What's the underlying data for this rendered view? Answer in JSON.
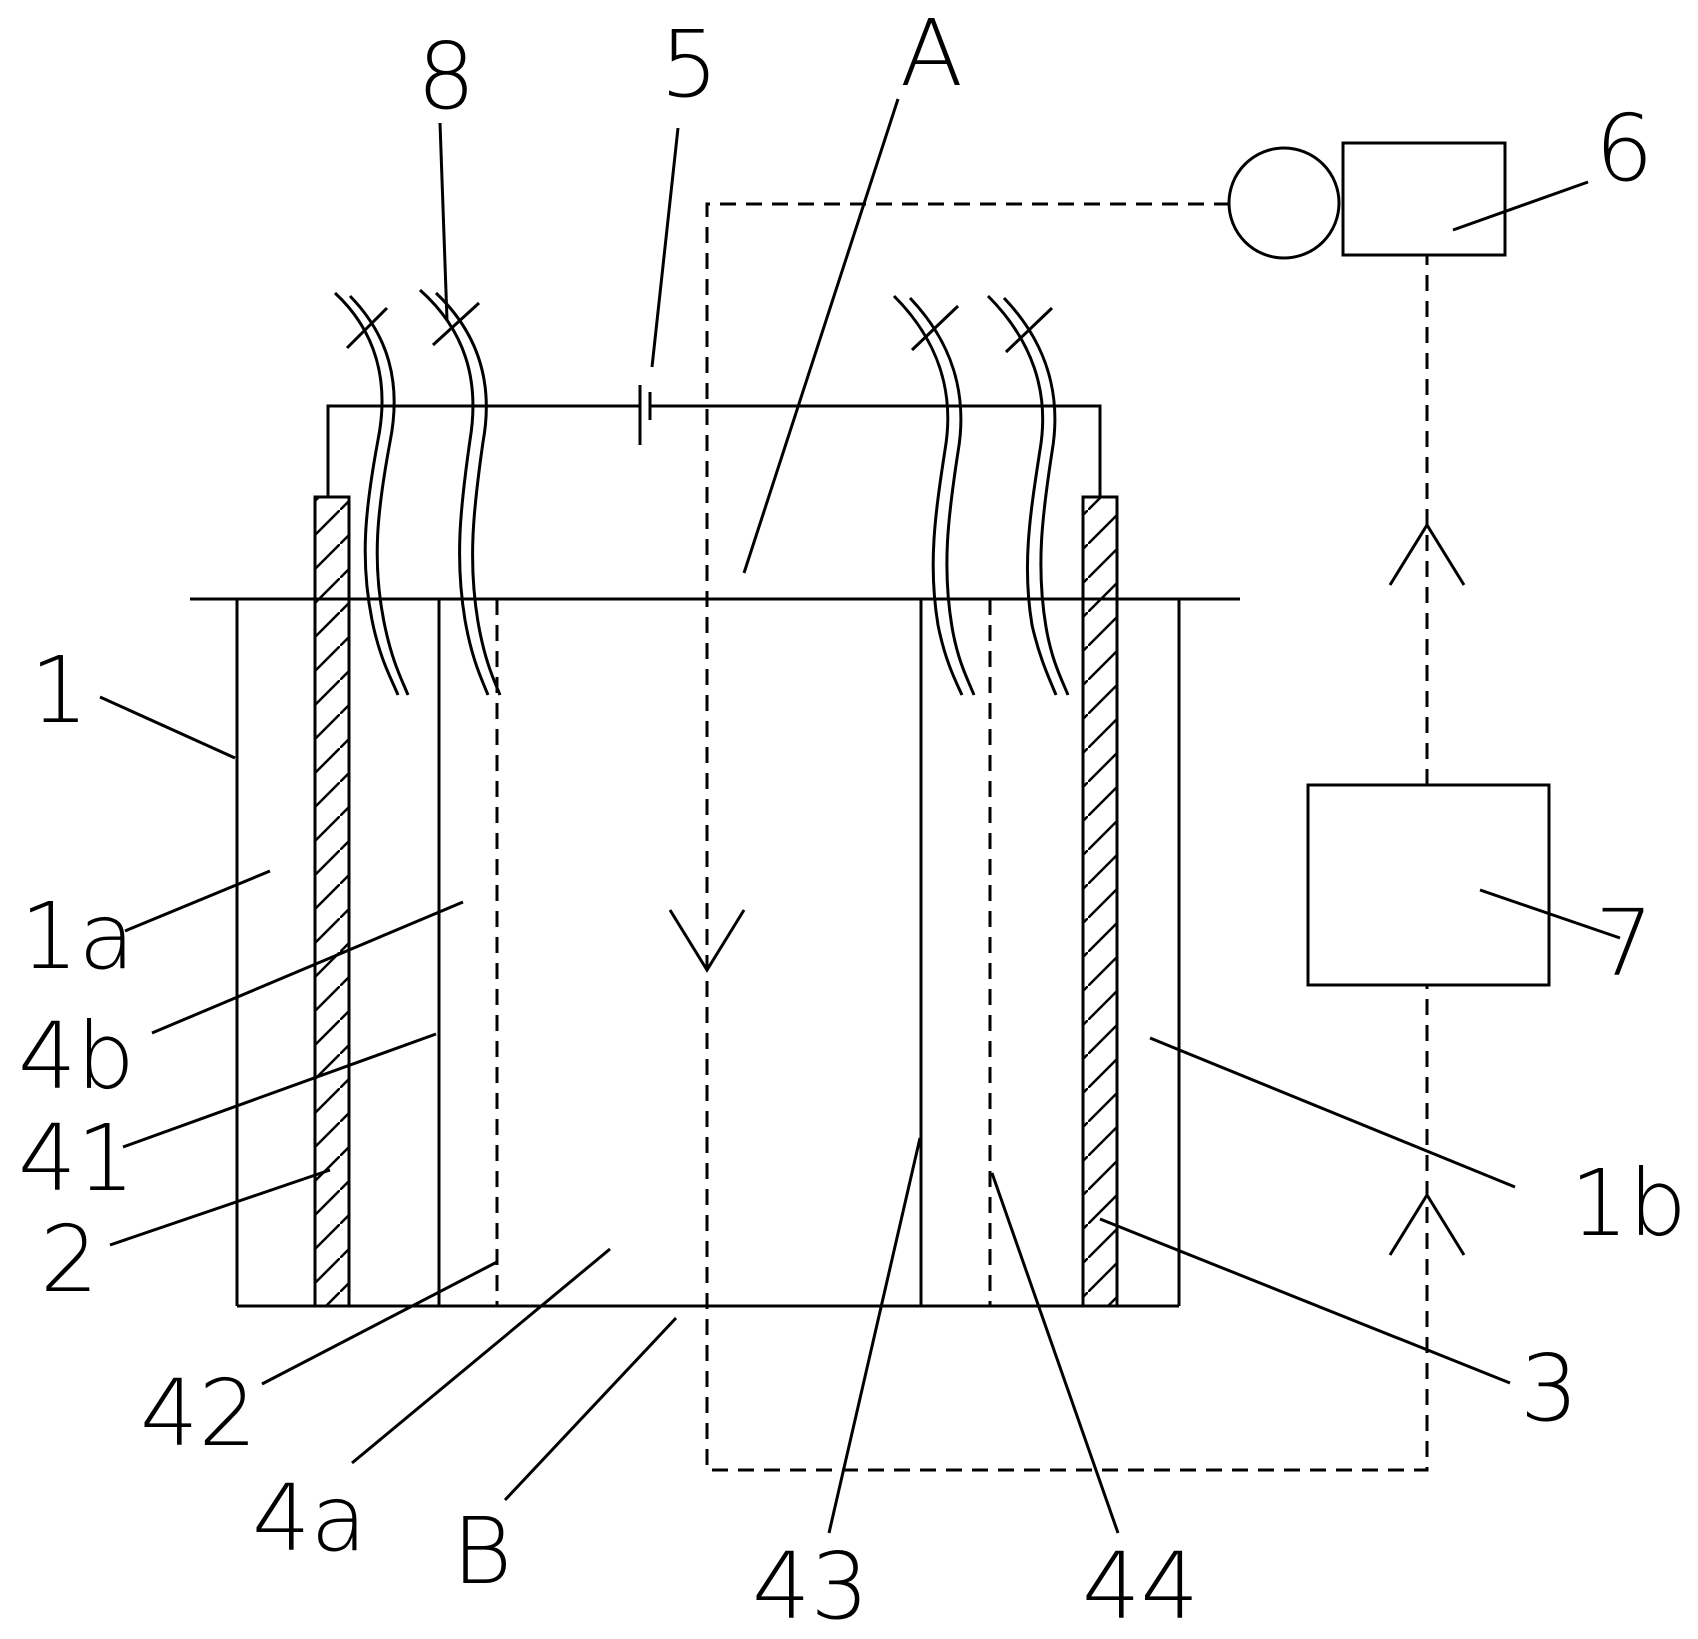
{
  "labels": {
    "n8": "8",
    "n5": "5",
    "A": "A",
    "n6": "6",
    "n1": "1",
    "n1a": "1a",
    "n4b": "4b",
    "n41": "41",
    "n2": "2",
    "n7": "7",
    "n1b": "1b",
    "n3": "3",
    "n42": "42",
    "n4a": "4a",
    "B": "B",
    "n43": "43",
    "n44": "44"
  }
}
